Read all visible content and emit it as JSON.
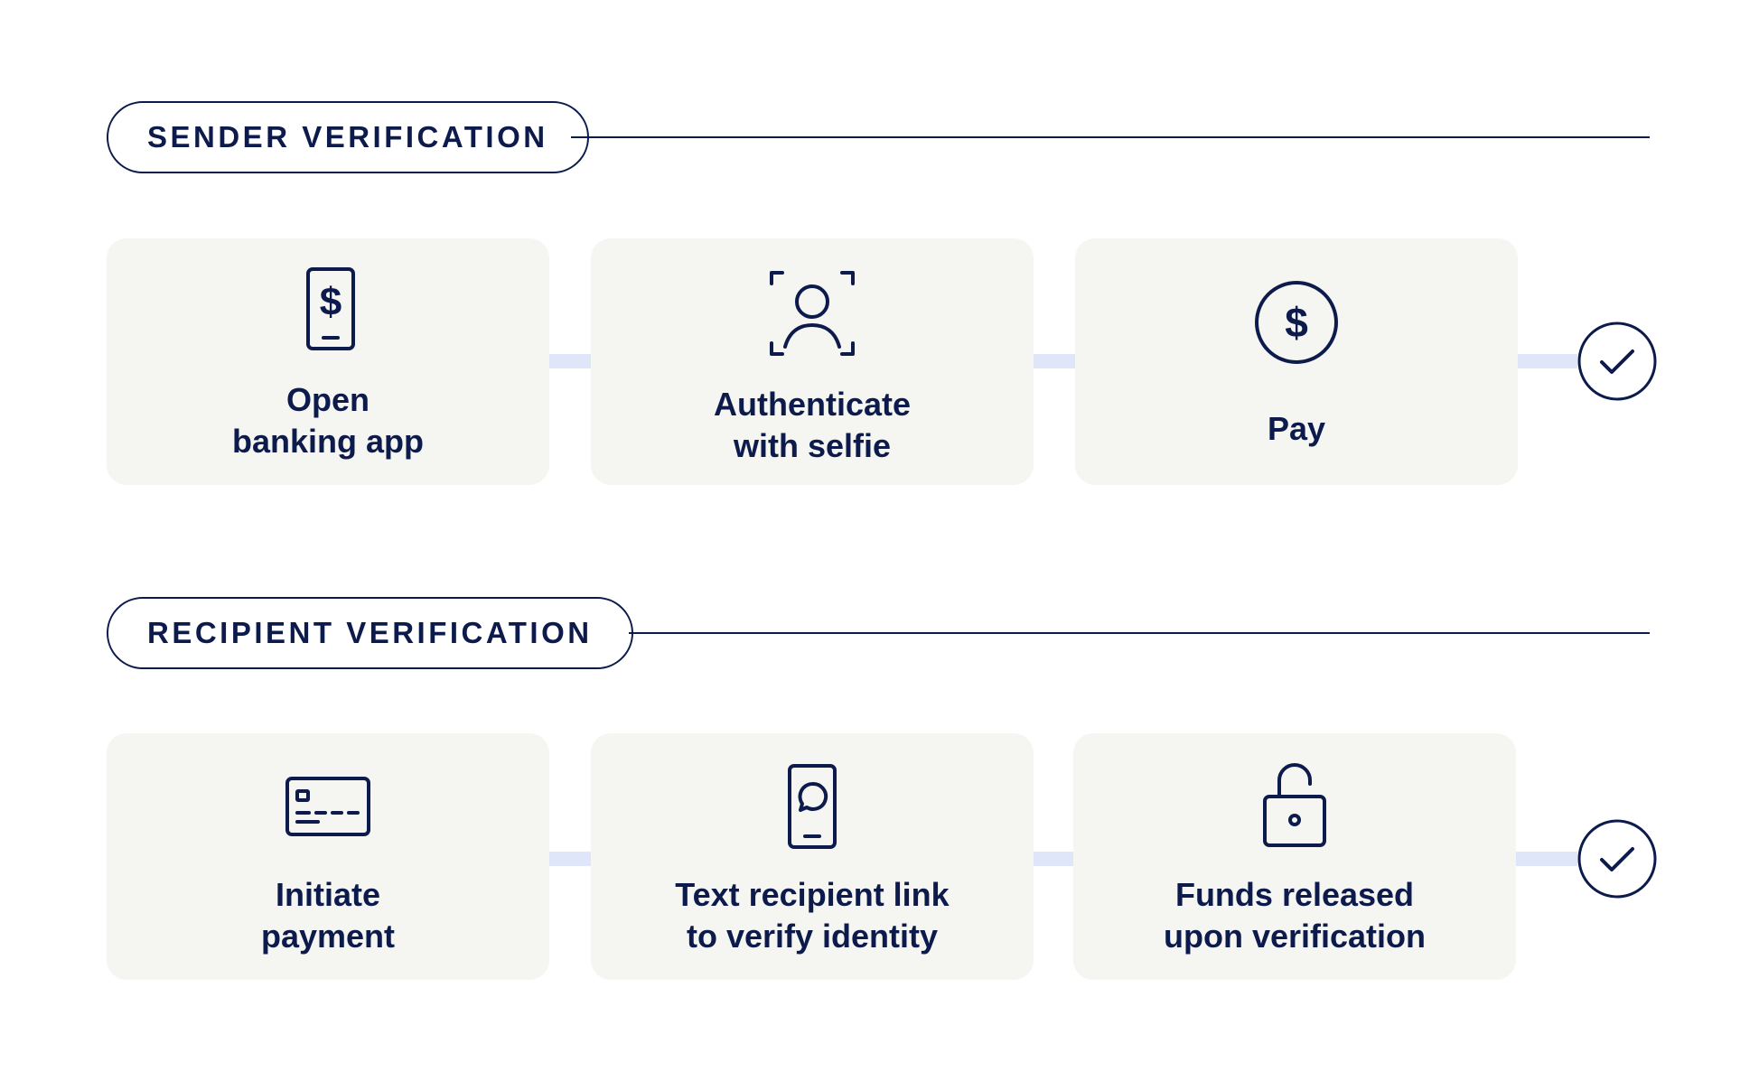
{
  "sender": {
    "title": "SENDER VERIFICATION",
    "steps": [
      {
        "label": "Open\nbanking app",
        "icon": "phone-dollar-icon"
      },
      {
        "label": "Authenticate\nwith selfie",
        "icon": "face-scan-icon"
      },
      {
        "label": "Pay",
        "icon": "dollar-coin-icon"
      }
    ],
    "done_icon": "check-circle-icon"
  },
  "recipient": {
    "title": "RECIPIENT VERIFICATION",
    "steps": [
      {
        "label": "Initiate\npayment",
        "icon": "credit-card-icon"
      },
      {
        "label": "Text recipient link\nto verify identity",
        "icon": "phone-message-icon"
      },
      {
        "label": "Funds released\nupon verification",
        "icon": "unlocked-padlock-icon"
      }
    ],
    "done_icon": "check-circle-icon"
  },
  "colors": {
    "ink": "#0d1b4c",
    "card": "#f5f5f2",
    "connector": "#dfe6fa"
  }
}
